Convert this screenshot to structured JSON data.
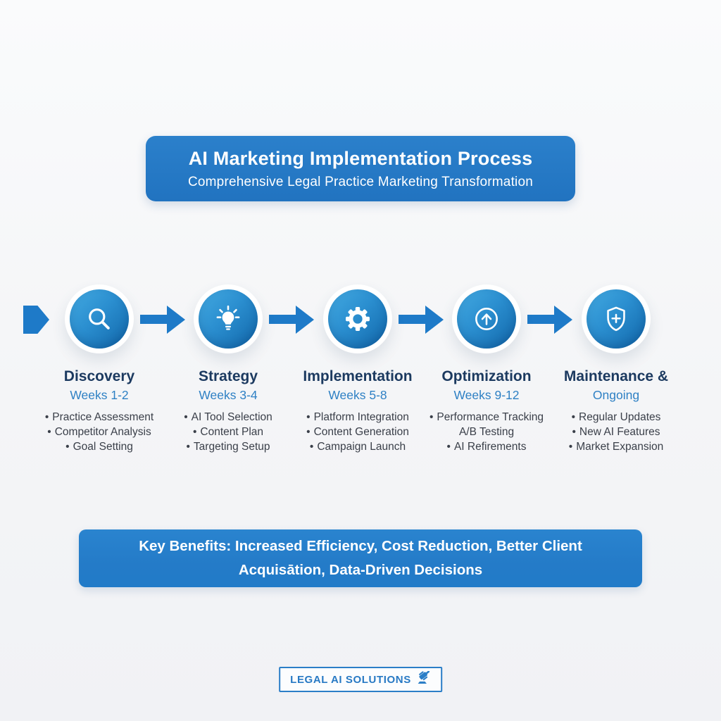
{
  "header": {
    "title": "AI Marketing Implementation Process",
    "subtitle": "Comprehensive Legal Practice Marketing Transformation"
  },
  "stages": [
    {
      "icon": "magnifier-icon",
      "title": "Discovery",
      "period": "Weeks 1-2",
      "items": [
        {
          "dot": "•",
          "text": "Practice Assessment"
        },
        {
          "dot": "•",
          "text": "Competitor Analysis"
        },
        {
          "dot": "•",
          "text": "Goal Setting"
        }
      ]
    },
    {
      "icon": "lightbulb-icon",
      "title": "Strategy",
      "period": "Weeks 3-4",
      "items": [
        {
          "dot": "•",
          "text": "AI Tool Selection"
        },
        {
          "dot": "•",
          "text": "Content Plan"
        },
        {
          "dot": "•",
          "text": "Targeting Setup"
        }
      ]
    },
    {
      "icon": "gear-icon",
      "title": "Implementation",
      "period": "Weeks 5-8",
      "items": [
        {
          "dot": "•",
          "text": "Platform Integration"
        },
        {
          "dot": "•",
          "text": "Content Generation"
        },
        {
          "dot": "•",
          "text": "Campaign Launch"
        }
      ]
    },
    {
      "icon": "arrow-up-circle-icon",
      "title": "Optimization",
      "period": "Weeks 9-12",
      "items": [
        {
          "dot": "•",
          "text": "Performance Tracking"
        },
        {
          "dot": "",
          "text": "A/B Testing"
        },
        {
          "dot": "•",
          "text": "AI Refirements"
        }
      ]
    },
    {
      "icon": "shield-plus-icon",
      "title": "Maintenance &",
      "period": "Ongoing",
      "items": [
        {
          "dot": "•",
          "text": "Regular Updates"
        },
        {
          "dot": "•",
          "text": "New AI Features"
        },
        {
          "dot": "•",
          "text": "Market Expansion"
        }
      ]
    }
  ],
  "benefits": {
    "text": "Key Benefits: Increased Efficiency, Cost Reduction, Better Client Acquisātion, Data-Driven Decisions"
  },
  "footer": {
    "label": "LEGAL AI SOLUTIONS",
    "icon": "gavel-icon"
  },
  "colors": {
    "header_blue": "#2478c5",
    "benefits_blue": "#2580cd",
    "arrow_blue": "#1e7ac8",
    "circle_gradient_start": "#44aae1",
    "circle_gradient_end": "#1166a9",
    "stage_title_navy": "#1c3a60",
    "period_blue": "#2e80c4",
    "bullet_gray": "#3a3f49",
    "footer_blue": "#2779c4",
    "background": "#f4f5f7"
  }
}
